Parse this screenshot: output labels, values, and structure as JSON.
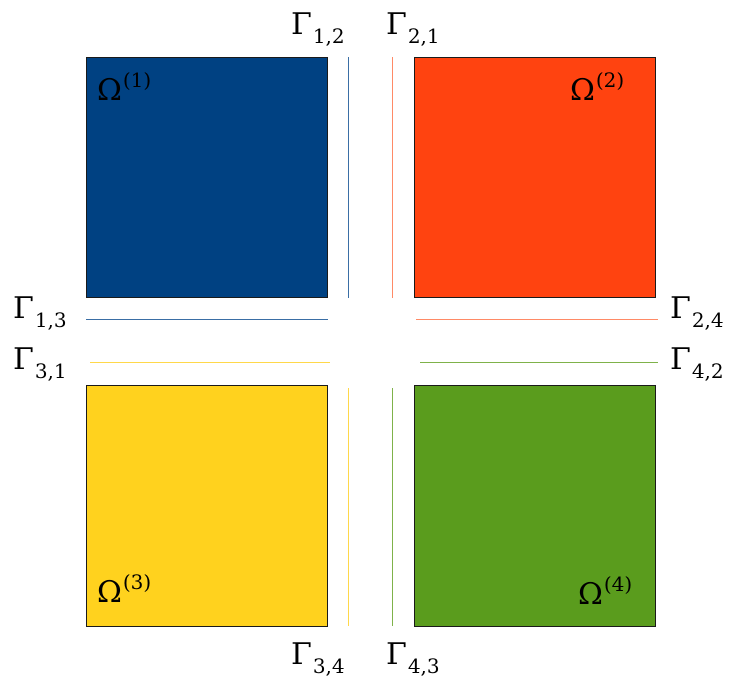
{
  "colors": {
    "domain_1": "#004182",
    "domain_2": "#ff4310",
    "domain_3": "#ffd21e",
    "domain_4": "#5a9c1d",
    "border": "#1a1a1a",
    "interface_1": "#3a6ea5",
    "interface_2": "#ff8a66",
    "interface_3": "#ffd84a",
    "interface_4": "#7fb24a"
  },
  "domains": [
    {
      "symbol": "Ω",
      "index": "(1)"
    },
    {
      "symbol": "Ω",
      "index": "(2)"
    },
    {
      "symbol": "Ω",
      "index": "(3)"
    },
    {
      "symbol": "Ω",
      "index": "(4)"
    }
  ],
  "interfaces": {
    "g12": {
      "symbol": "Γ",
      "index": "1,2"
    },
    "g21": {
      "symbol": "Γ",
      "index": "2,1"
    },
    "g13": {
      "symbol": "Γ",
      "index": "1,3"
    },
    "g24": {
      "symbol": "Γ",
      "index": "2,4"
    },
    "g31": {
      "symbol": "Γ",
      "index": "3,1"
    },
    "g42": {
      "symbol": "Γ",
      "index": "4,2"
    },
    "g34": {
      "symbol": "Γ",
      "index": "3,4"
    },
    "g43": {
      "symbol": "Γ",
      "index": "4,3"
    }
  }
}
